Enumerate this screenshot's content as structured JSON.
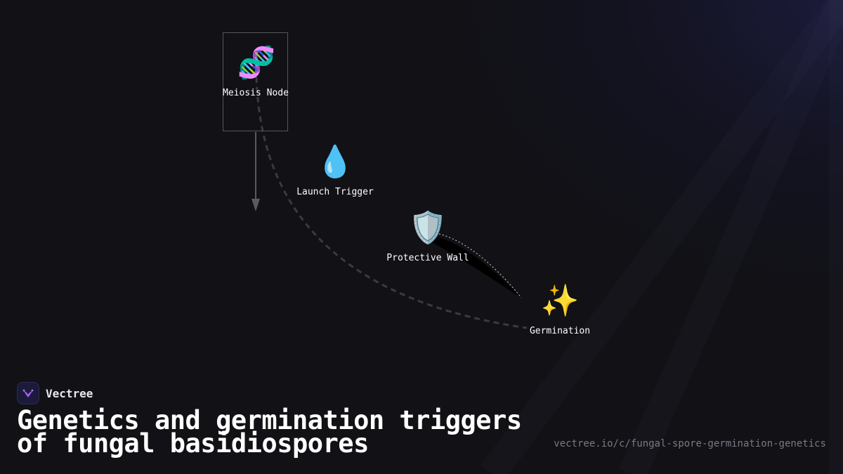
{
  "diagram": {
    "nodes": [
      {
        "id": "meiosis",
        "icon": "🧬",
        "icon_name": "dna-icon",
        "label": "Meiosis Node"
      },
      {
        "id": "launch",
        "icon": "💧",
        "icon_name": "droplet-icon",
        "label": "Launch Trigger"
      },
      {
        "id": "wall",
        "icon": "🛡️",
        "icon_name": "shield-icon",
        "label": "Protective Wall"
      },
      {
        "id": "germ",
        "icon": "✨",
        "icon_name": "sparkles-icon",
        "label": "Germination"
      }
    ],
    "edges": [
      {
        "from": "meiosis",
        "to": "germ",
        "style": "dashed"
      },
      {
        "from": "wall",
        "to": "germ",
        "style": "solid-taper"
      },
      {
        "from": "meiosis",
        "to": "down",
        "style": "arrow"
      }
    ],
    "colors": {
      "edge_dashed": "#3a3a40",
      "arrow": "#5a5a60",
      "background": "#111116"
    }
  },
  "brand": {
    "name": "Vectree",
    "logo_icon": "vectree-logo-icon",
    "accent": "#7b3fd4"
  },
  "title": "Genetics and germination triggers of fungal basidiospores",
  "url": "vectree.io/c/fungal-spore-germination-genetics"
}
